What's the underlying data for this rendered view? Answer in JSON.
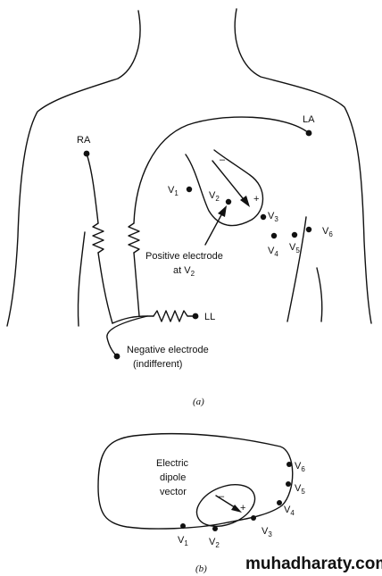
{
  "figure_a": {
    "caption": "(a)",
    "labels": {
      "ra": "RA",
      "la": "LA",
      "ll": "LL",
      "minus": "–",
      "plus": "+",
      "positive_line1": "Positive electrode",
      "positive_line2": "at V",
      "positive_sub": "2",
      "negative_line1": "Negative electrode",
      "negative_line2": "(indifferent)"
    },
    "chest_leads": [
      {
        "base": "V",
        "sub": "1"
      },
      {
        "base": "V",
        "sub": "2"
      },
      {
        "base": "V",
        "sub": "3"
      },
      {
        "base": "V",
        "sub": "4"
      },
      {
        "base": "V",
        "sub": "5"
      },
      {
        "base": "V",
        "sub": "6"
      }
    ]
  },
  "figure_b": {
    "caption": "(b)",
    "labels": {
      "vector_line1": "Electric",
      "vector_line2": "dipole",
      "vector_line3": "vector",
      "minus": "–",
      "plus": "+"
    },
    "chest_leads": [
      {
        "base": "V",
        "sub": "1"
      },
      {
        "base": "V",
        "sub": "2"
      },
      {
        "base": "V",
        "sub": "3"
      },
      {
        "base": "V",
        "sub": "4"
      },
      {
        "base": "V",
        "sub": "5"
      },
      {
        "base": "V",
        "sub": "6"
      }
    ]
  },
  "watermark": "muhadharaty.com"
}
